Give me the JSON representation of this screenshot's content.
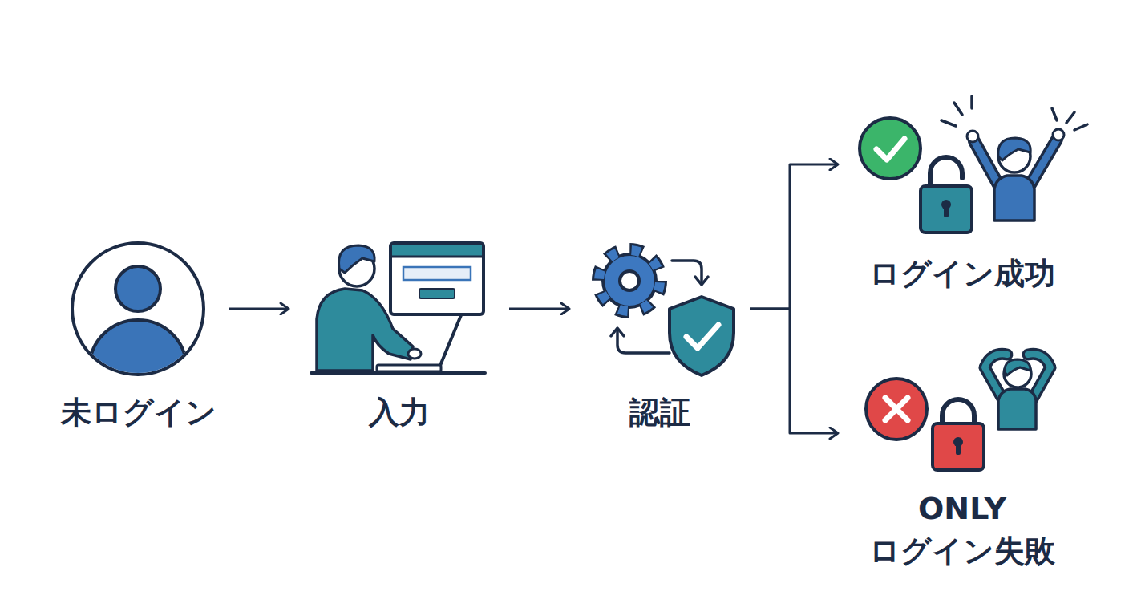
{
  "diagram": {
    "nodes": [
      {
        "text": [
          "未ログイン"
        ]
      },
      {
        "text": [
          "入力"
        ]
      },
      {
        "text": [
          "認証"
        ]
      },
      {
        "text": [
          "ログイン成功"
        ]
      },
      {
        "text": [
          "ONLY ログイン失敗"
        ]
      }
    ],
    "edges": [
      {
        "from": 0,
        "to": 1,
        "arrow": "to"
      },
      {
        "from": 1,
        "to": 2,
        "arrow": "to"
      },
      {
        "from": 2,
        "to": 3,
        "arrow": "to"
      },
      {
        "from": 2,
        "to": 4,
        "arrow": "to"
      }
    ]
  }
}
